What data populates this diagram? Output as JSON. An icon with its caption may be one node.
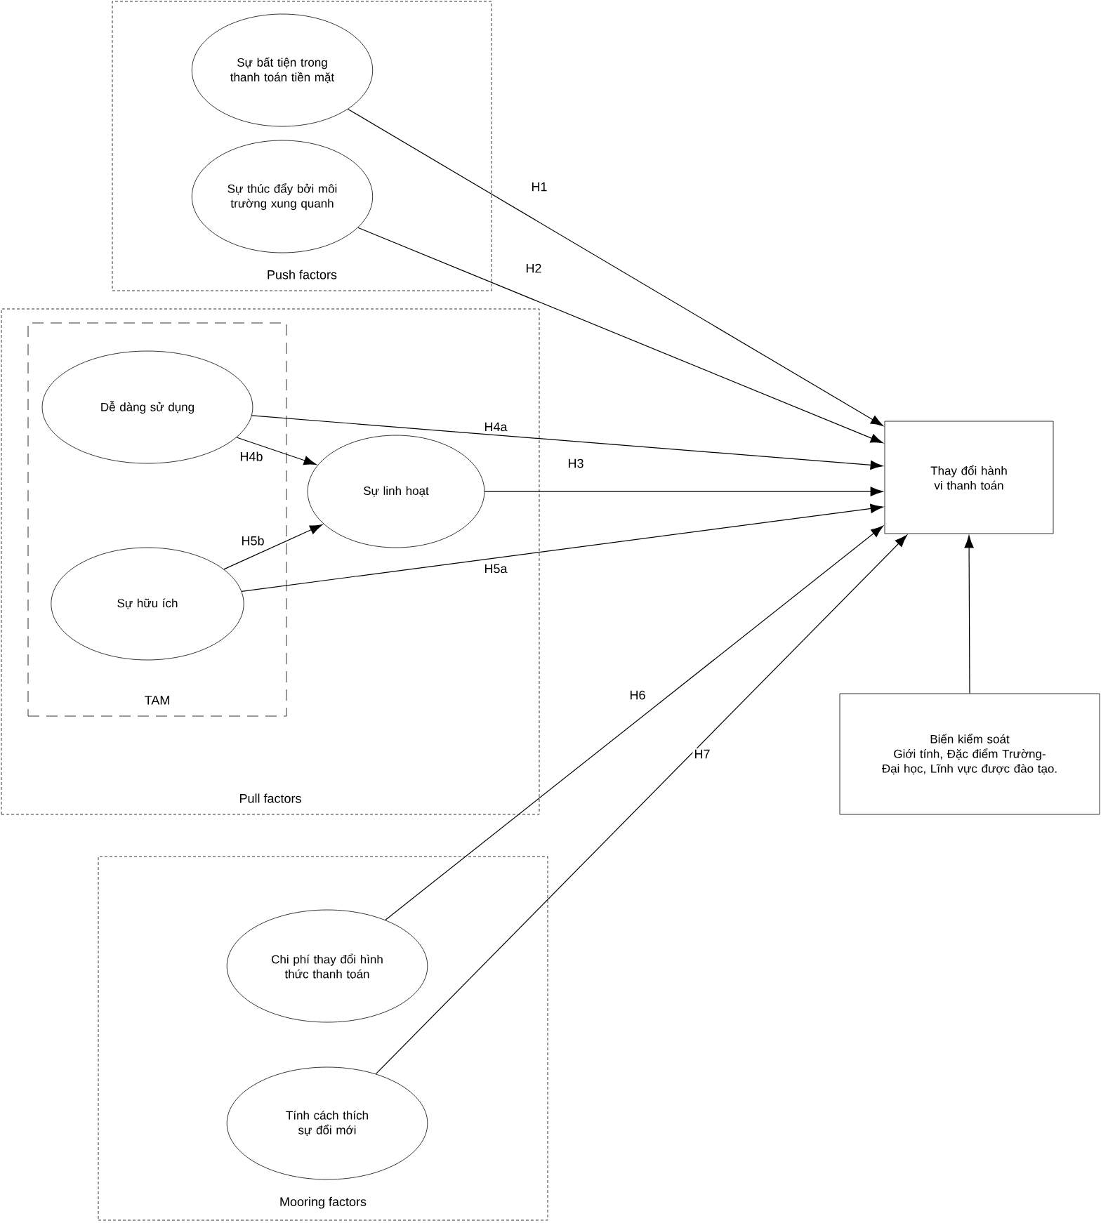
{
  "diagram": {
    "nodes": [
      {
        "text": [
          "Push factors"
        ]
      },
      {
        "text": [
          "Sự bất tiện trong thanh toán tiền mặt"
        ],
        "in": 0
      },
      {
        "text": [
          "Sự thúc đẩy bởi môi trường xung quanh"
        ],
        "in": 0
      },
      {
        "text": [
          "Pull factors"
        ]
      },
      {
        "text": [
          "TAM"
        ],
        "in": 3
      },
      {
        "text": [
          "Dễ dàng sử dụng"
        ],
        "in": 4
      },
      {
        "text": [
          "Sự hữu ích"
        ],
        "in": 4
      },
      {
        "text": [
          "Sự linh hoạt"
        ],
        "in": 3
      },
      {
        "text": [
          "Mooring factors"
        ]
      },
      {
        "text": [
          "Chi phí thay đổi hình thức thanh toán"
        ],
        "in": 8
      },
      {
        "text": [
          "Tính cách thích sự đổi mới"
        ],
        "in": 8
      },
      {
        "text": [
          "Thay đổi hành vi thanh toán"
        ]
      },
      {
        "text": [
          "Biến kiểm soát",
          "Giới tính, Đặc điểm Trường-Đại học, Lĩnh vực được đào tạo."
        ]
      }
    ],
    "edges": [
      {
        "from": 1,
        "to": 11,
        "arrow": "to",
        "label": "H1"
      },
      {
        "from": 2,
        "to": 11,
        "arrow": "to",
        "label": "H2"
      },
      {
        "from": 5,
        "to": 11,
        "arrow": "to",
        "label": "H4a"
      },
      {
        "from": 7,
        "to": 11,
        "arrow": "to",
        "label": "H3"
      },
      {
        "from": 6,
        "to": 11,
        "arrow": "to",
        "label": "H5a"
      },
      {
        "from": 5,
        "to": 7,
        "arrow": "to",
        "label": "H4b"
      },
      {
        "from": 6,
        "to": 7,
        "arrow": "to",
        "label": "H5b"
      },
      {
        "from": 9,
        "to": 11,
        "arrow": "to",
        "label": "H6"
      },
      {
        "from": 10,
        "to": 11,
        "arrow": "to",
        "label": "H7"
      },
      {
        "from": 12,
        "to": 11,
        "arrow": "to"
      }
    ]
  }
}
